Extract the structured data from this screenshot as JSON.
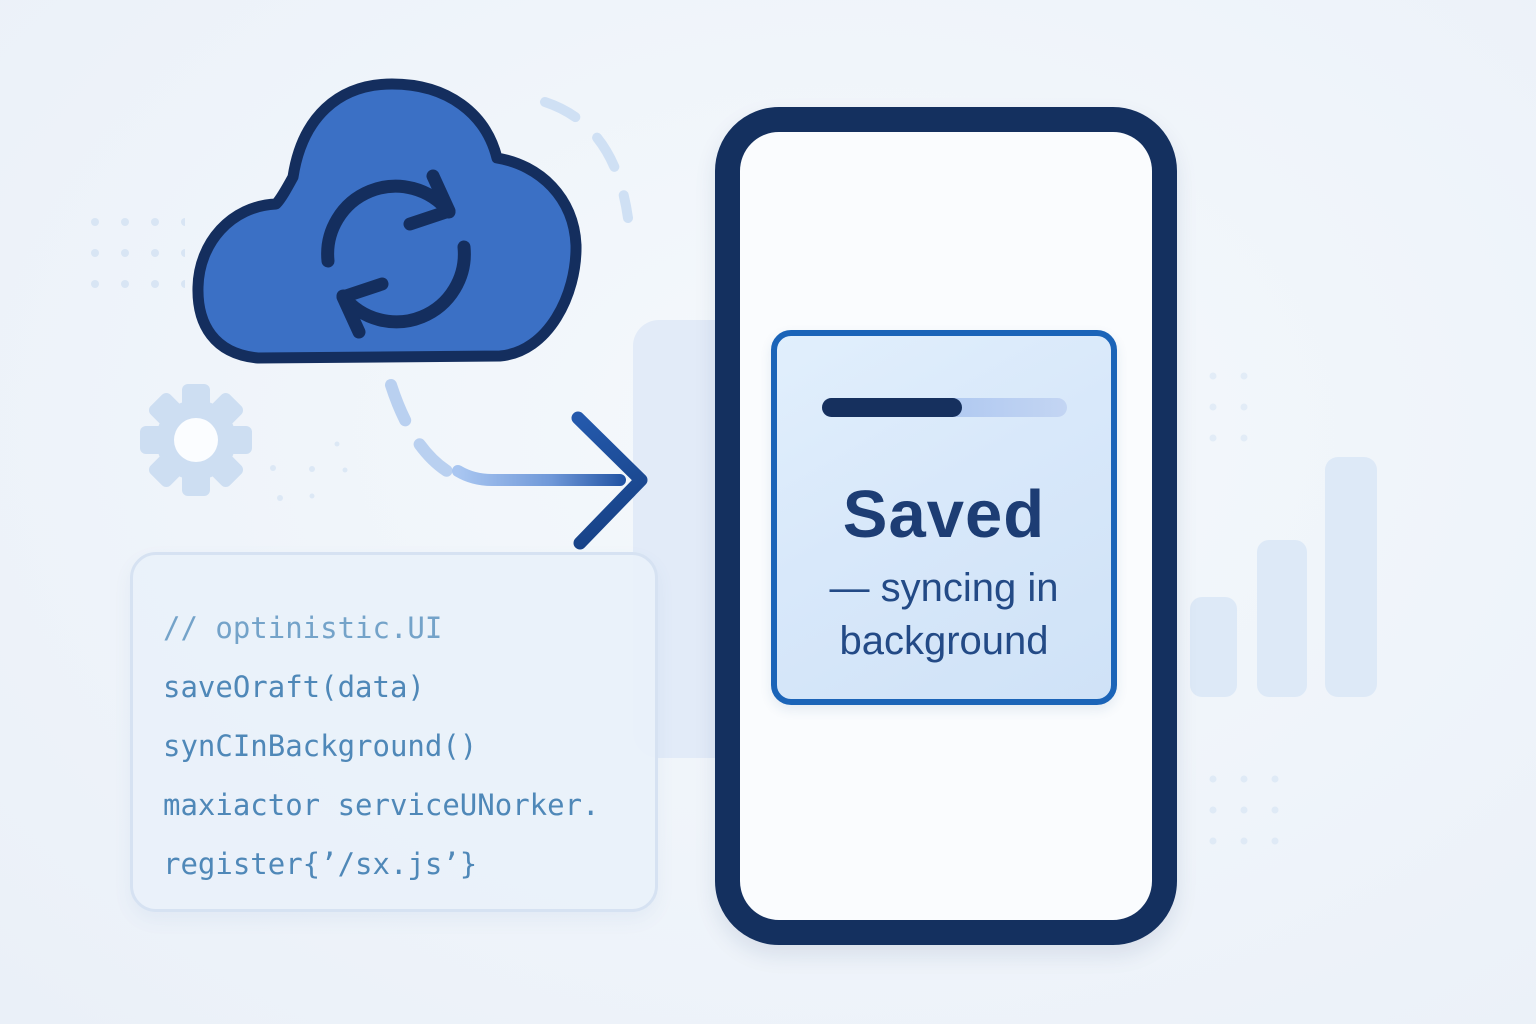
{
  "illustration": {
    "phone": {
      "card": {
        "title": "Saved",
        "subtitle": "— syncing in background",
        "progress_percent": 57
      }
    },
    "code_snippet": {
      "lines": [
        "// optinistic.UI",
        "saveOraft(data)",
        "synCInBackground()",
        "maxiactor serviceUNorker.",
        "register{’/sx.js’}"
      ]
    },
    "icons": {
      "cloud_sync": "cloud-sync-icon",
      "gear": "gear-icon",
      "arrow_right": "arrow-right-icon",
      "bar_chart": "bar-chart-decoration",
      "dot_grid": "dot-grid-decoration",
      "dashed_arc": "dashed-arc-decoration"
    },
    "colors": {
      "background": "#eff4fa",
      "cloud_fill": "#3b70c5",
      "outline_navy": "#142e5e",
      "phone_border": "#14305f",
      "card_border": "#1b64b8",
      "card_bg_start": "#e1effc",
      "card_bg_end": "#cfe2f7",
      "progress_fill": "#16305e",
      "progress_track": "#a9c4ee",
      "arrow_light": "#a9c6f1",
      "arrow_dark": "#1d4fa0",
      "title_text": "#1d3d74",
      "subtitle_text": "#234a86",
      "code_text": "#4f88b8",
      "code_comment": "#74a3c9",
      "decor_pale": "#dde9f7"
    }
  }
}
